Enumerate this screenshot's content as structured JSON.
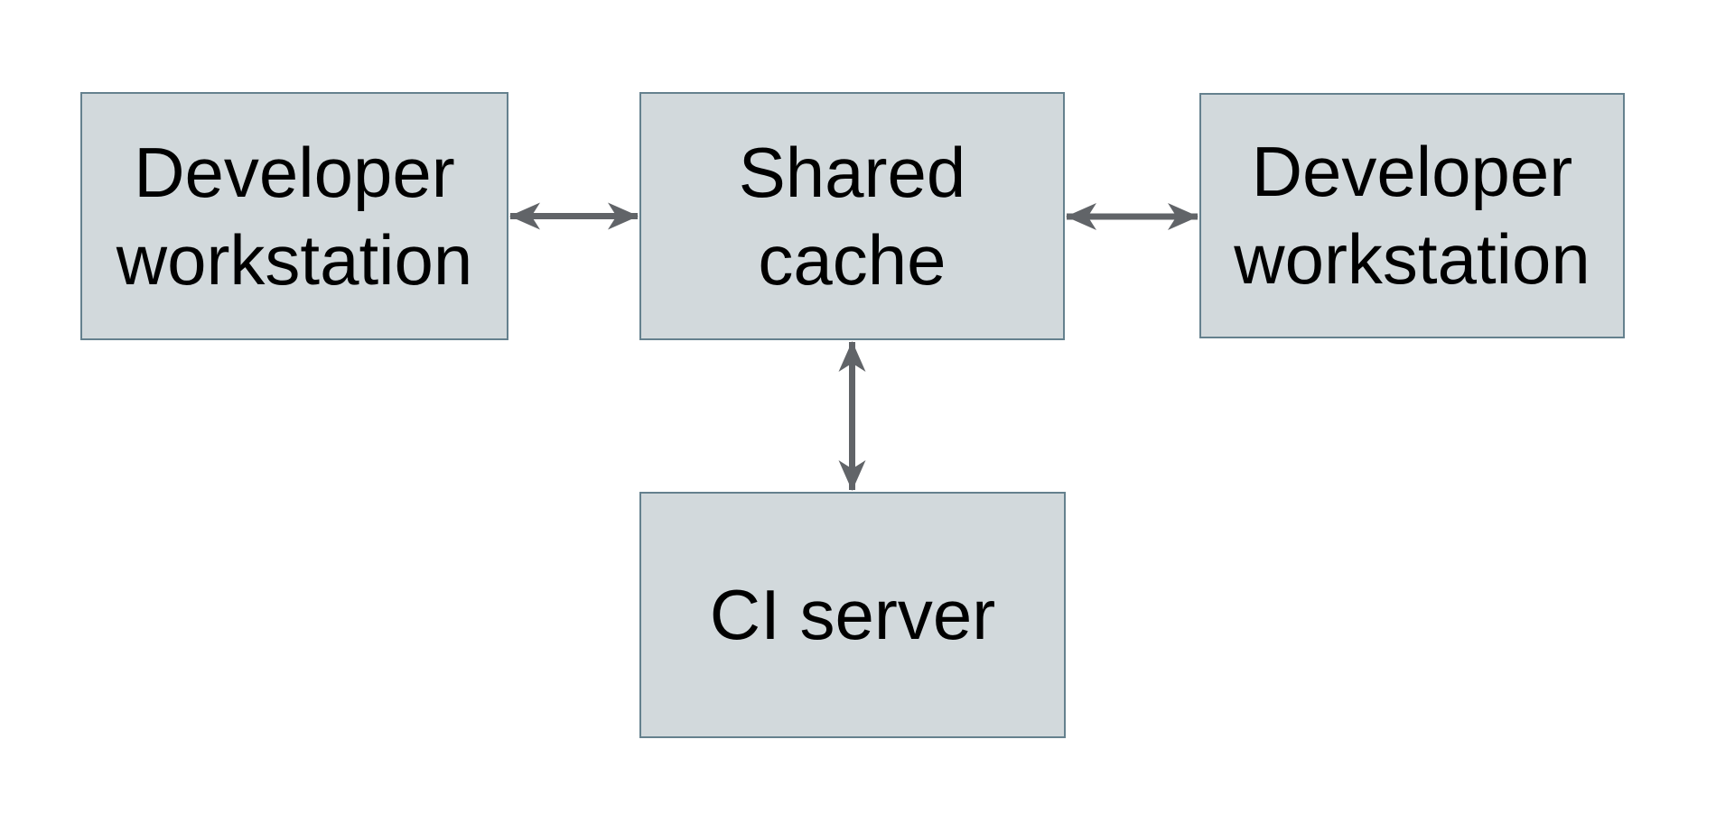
{
  "colors": {
    "background": "#ffffff",
    "node-fill": "#d2d9dc",
    "node-border": "#65818e",
    "arrow": "#616468",
    "text": "#000000"
  },
  "diagram": {
    "type": "architecture-diagram",
    "nodes": [
      {
        "id": "developer-workstation-left",
        "label": "Developer workstation"
      },
      {
        "id": "shared-cache",
        "label": "Shared cache"
      },
      {
        "id": "developer-workstation-right",
        "label": "Developer workstation"
      },
      {
        "id": "ci-server",
        "label": "CI server"
      }
    ],
    "edges": [
      {
        "from": "developer-workstation-left",
        "to": "shared-cache",
        "style": "double-arrow"
      },
      {
        "from": "shared-cache",
        "to": "developer-workstation-right",
        "style": "double-arrow"
      },
      {
        "from": "shared-cache",
        "to": "ci-server",
        "style": "double-arrow"
      }
    ]
  }
}
